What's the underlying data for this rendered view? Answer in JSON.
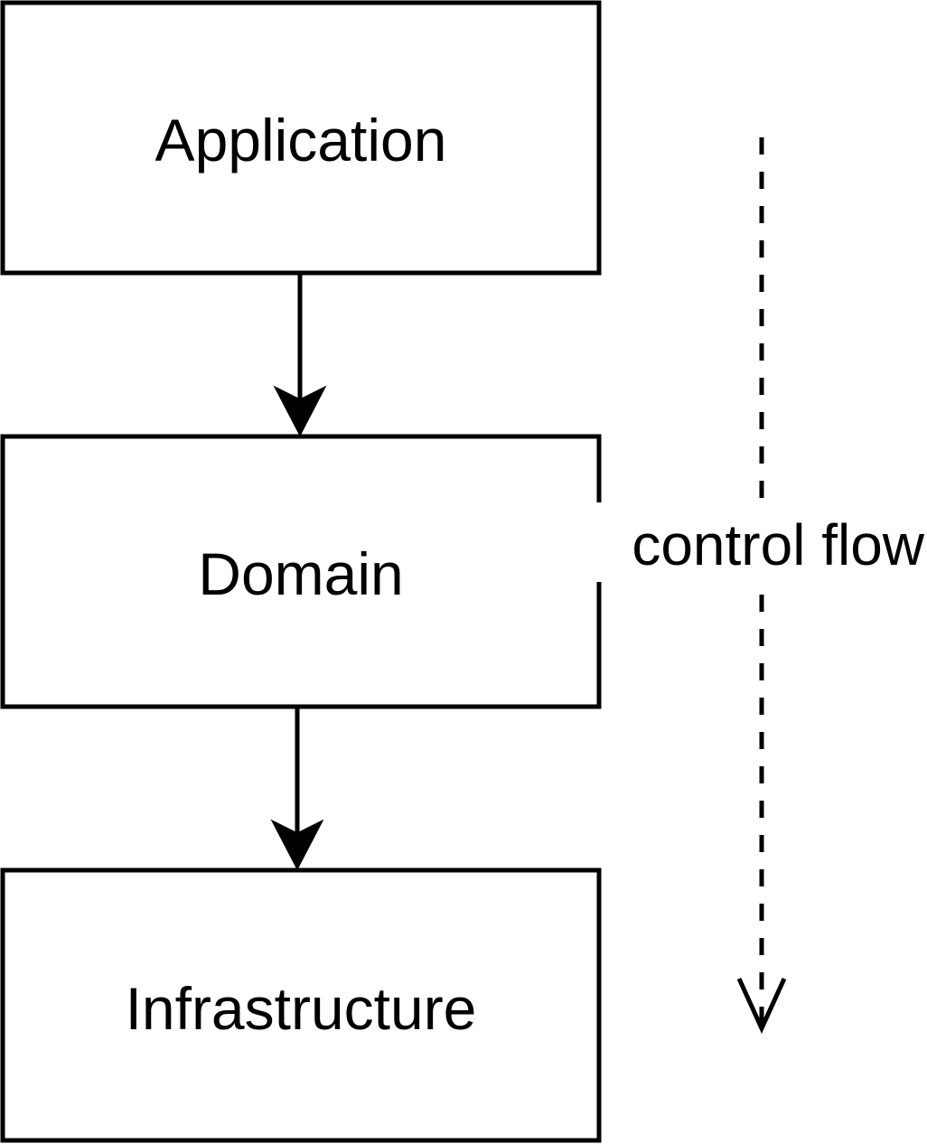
{
  "diagram": {
    "layers": [
      {
        "id": "application",
        "label": "Application"
      },
      {
        "id": "domain",
        "label": "Domain"
      },
      {
        "id": "infrastructure",
        "label": "Infrastructure"
      }
    ],
    "edges": [
      {
        "from": "application",
        "to": "domain"
      },
      {
        "from": "domain",
        "to": "infrastructure"
      }
    ],
    "control_flow": {
      "label": "control flow",
      "direction": "down",
      "style": "dashed"
    },
    "colors": {
      "stroke": "#000000",
      "background": "#ffffff",
      "text": "#000000"
    }
  }
}
